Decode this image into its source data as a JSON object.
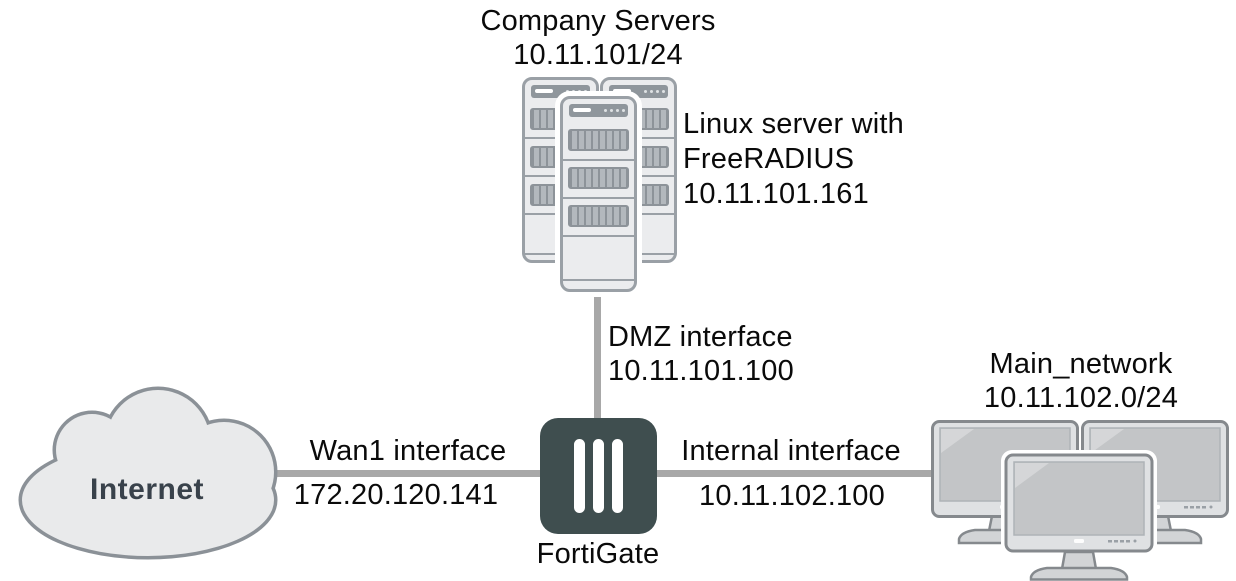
{
  "internet": {
    "label": "Internet"
  },
  "servers": {
    "group_title": "Company Servers",
    "group_subnet": "10.11.101/24",
    "note_line1": "Linux server with",
    "note_line2": "FreeRADIUS",
    "note_ip": "10.11.101.161"
  },
  "fortigate": {
    "label": "FortiGate"
  },
  "main_network": {
    "title": "Main_network",
    "subnet": "10.11.102.0/24"
  },
  "links": {
    "wan": {
      "name": "Wan1 interface",
      "ip": "172.20.120.141"
    },
    "dmz": {
      "name": "DMZ interface",
      "ip": "10.11.101.100"
    },
    "internal": {
      "name": "Internal interface",
      "ip": "10.11.102.100"
    }
  },
  "colors": {
    "line": "#a8a8a8",
    "label_text": "#0a0a0a",
    "internet_text": "#39424b",
    "fortigate_body": "#3f4e4f",
    "cloud_fill": "#e9eaeb",
    "cloud_stroke": "#8b9197",
    "device_fill": "#ebecee",
    "device_stroke": "#9aa0a6",
    "screen_fill": "#c3c5c7"
  }
}
